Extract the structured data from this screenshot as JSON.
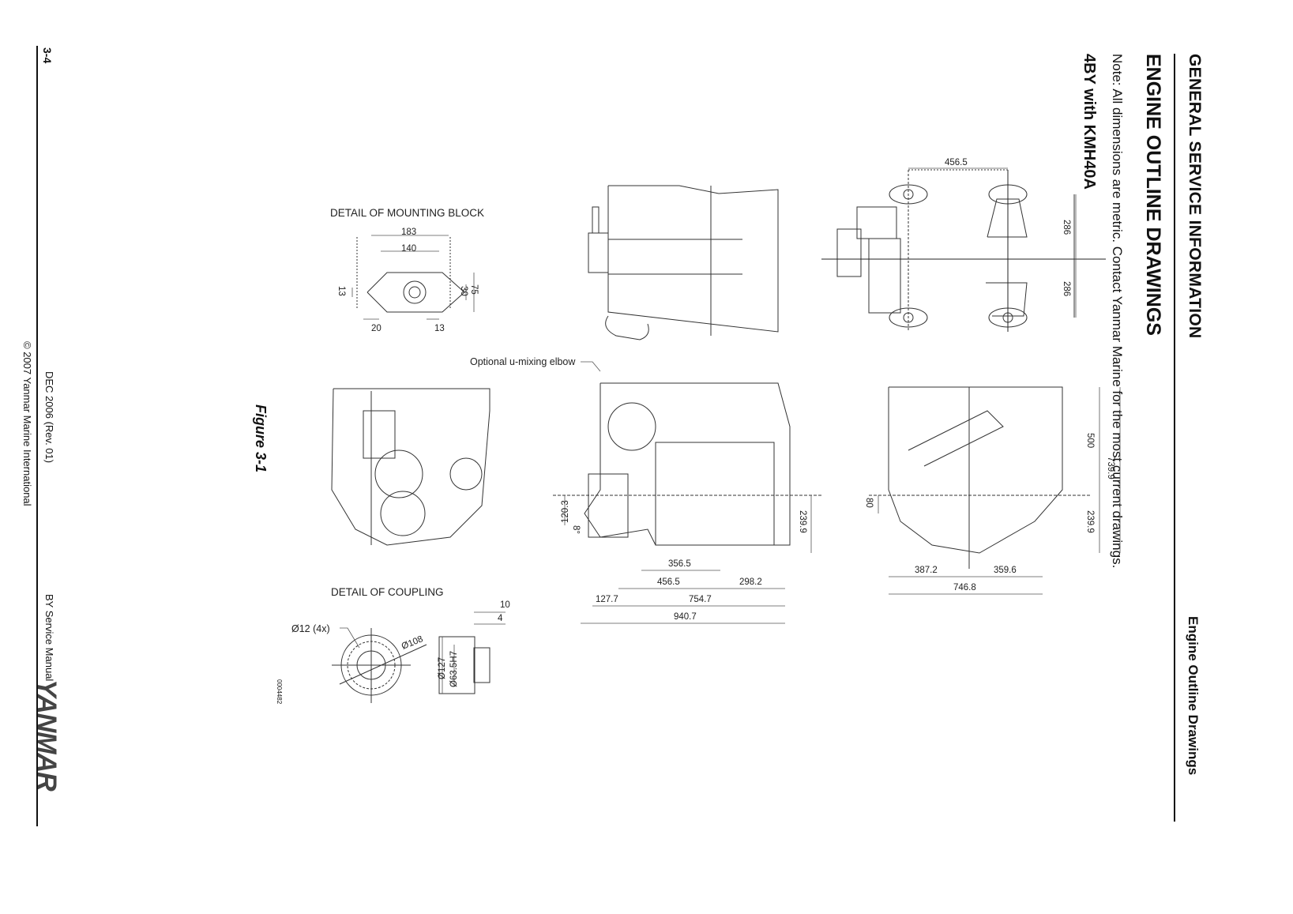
{
  "header": {
    "section": "GENERAL SERVICE INFORMATION",
    "running_title": "Engine Outline Drawings"
  },
  "page": {
    "title": "ENGINE OUTLINE DRAWINGS",
    "note": "Note:  All dimensions are metric. Contact Yanmar Marine for the most current drawings.",
    "model": "4BY with KMH40A"
  },
  "figure": {
    "caption": "Figure 3-1",
    "id_code": "0004482",
    "callouts": {
      "mounting_block_title": "DETAIL OF MOUNTING BLOCK",
      "coupling_title": "DETAIL OF COUPLING",
      "mixing_elbow": "Optional u-mixing elbow",
      "bolt_holes": "Ø12 (4x)"
    },
    "dimensions": {
      "mounting_block": {
        "width_outer": "183",
        "width_inner": "140",
        "slot": "13",
        "height_inner": "30",
        "height_outer": "75",
        "offset_left": "20",
        "offset_right": "13"
      },
      "coupling": {
        "flange_thickness": "10",
        "hub_thickness": "4",
        "bolt_circle": "Ø108",
        "outer_diameter": "Ø127",
        "bore": "Ø63.5H7"
      },
      "top_view": {
        "mount_spacing": "456.5",
        "half_width_upper": "286",
        "half_width_lower": "286"
      },
      "side_view": {
        "shaft_drop": "120.3",
        "shaft_angle": "8°",
        "mount_to_flywheel": "356.5",
        "mount_span": "456.5",
        "rear_overhang": "298.2",
        "front_overhang": "127.7",
        "mount_to_rear": "754.7",
        "overall_length": "940.7",
        "height_below_shaft": "239.9"
      },
      "rear_view": {
        "mount_drop": "80",
        "left_width": "387.2",
        "right_width": "359.6",
        "overall_width": "746.8",
        "height_above": "500",
        "height_below": "239.9",
        "overall_height": "739.9"
      }
    }
  },
  "footer": {
    "page_number": "3-4",
    "date": "DEC 2006 (Rev. 01)",
    "copyright": "© 2007 Yanmar Marine International",
    "manual": "BY Service Manual",
    "brand": "YANMAR"
  }
}
